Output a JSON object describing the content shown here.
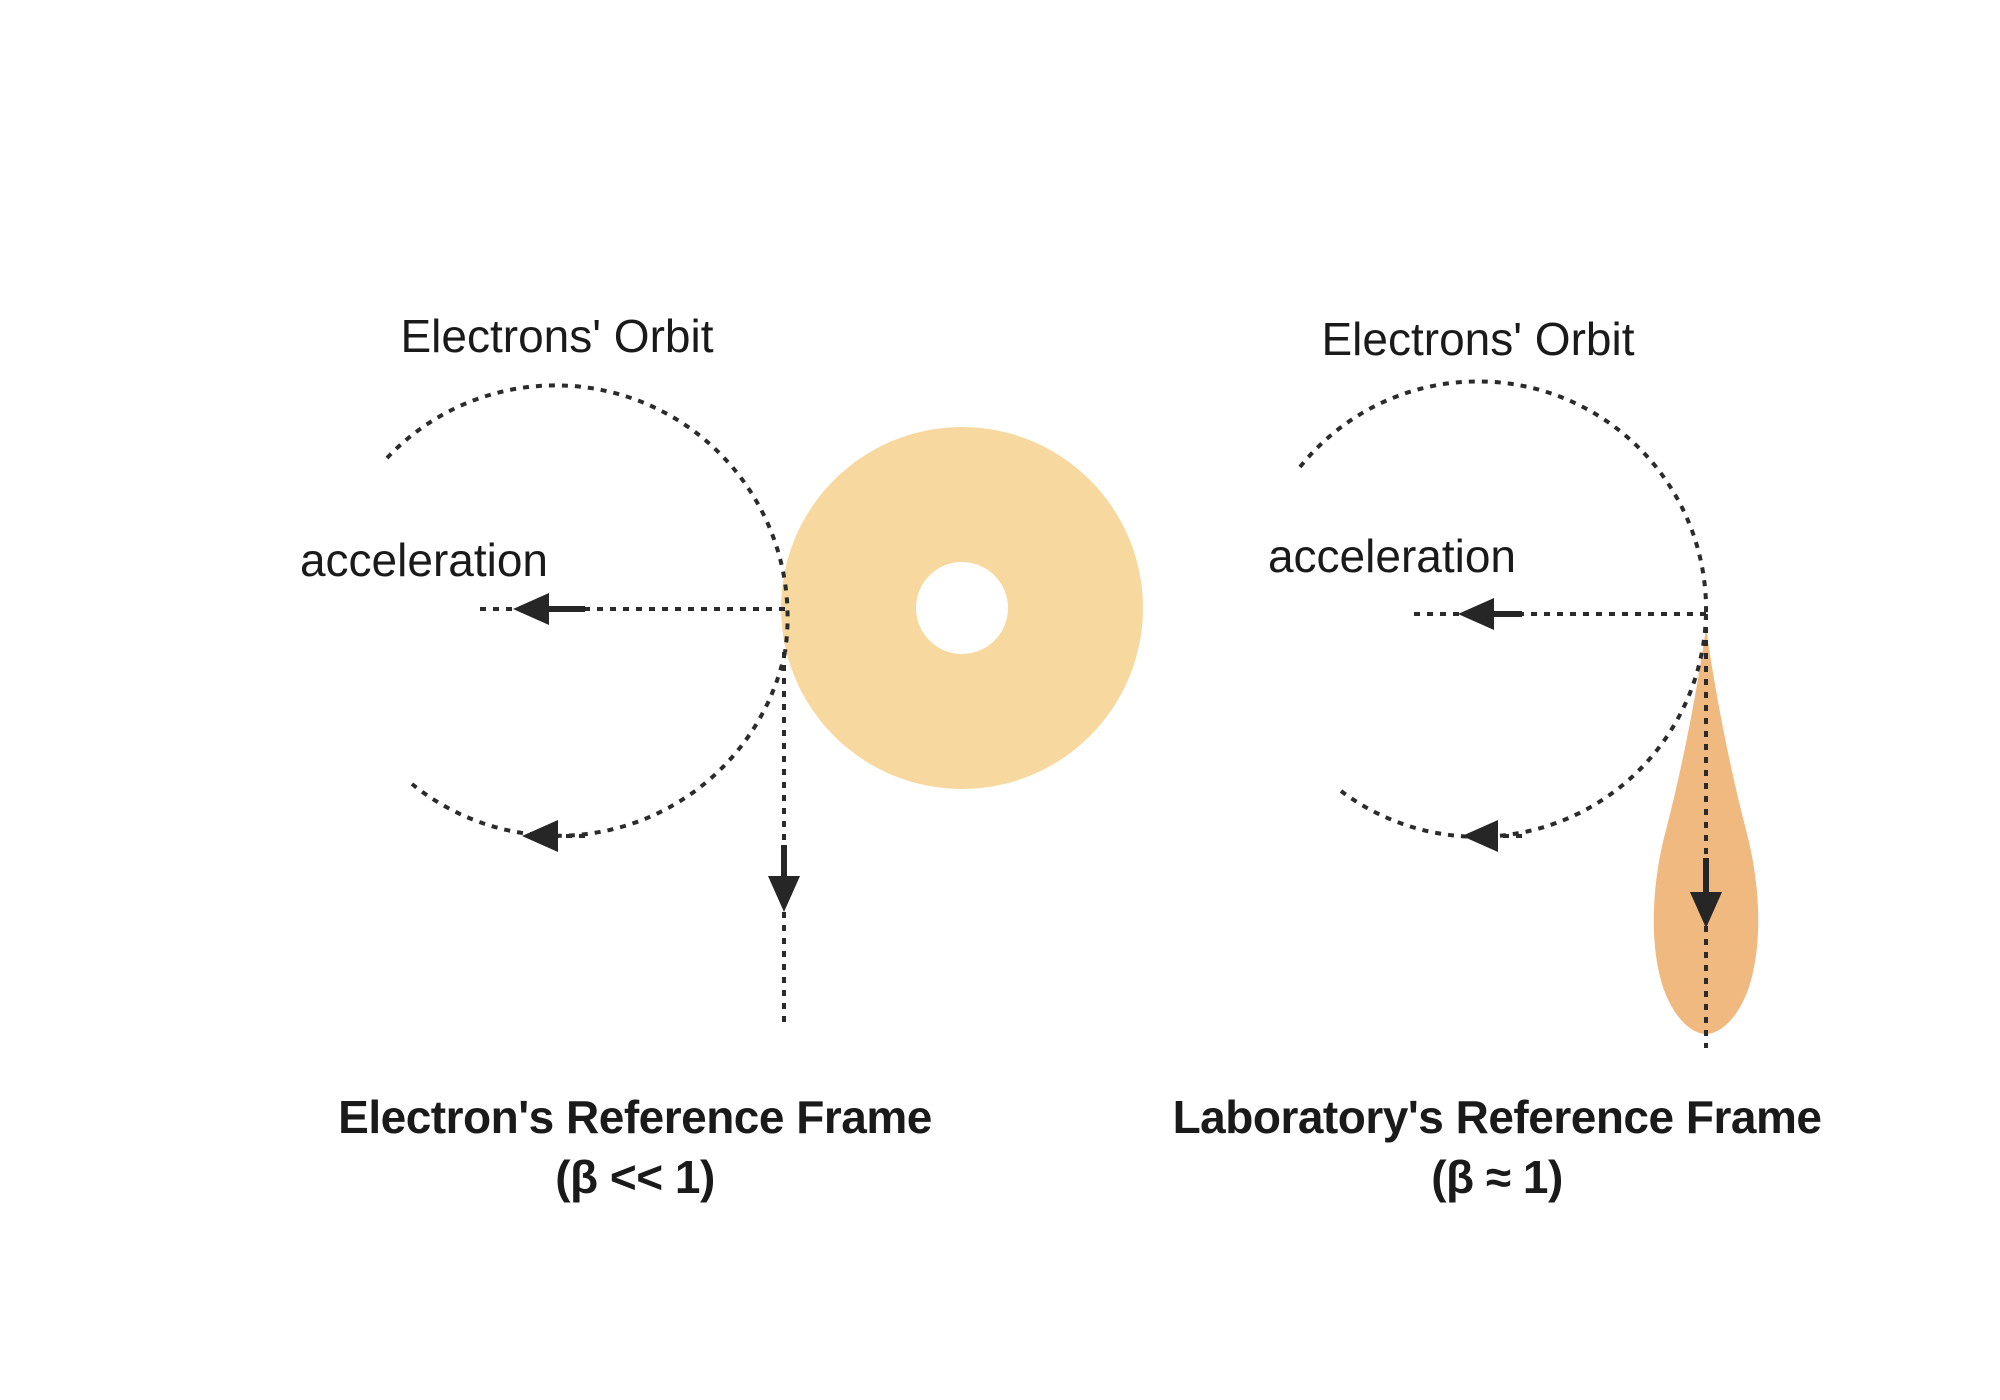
{
  "colors": {
    "background": "#ffffff",
    "line": "#2b2b2b",
    "donut_emission": "#f7d9a0",
    "lobe_emission": "#f0b97f",
    "text": "#1a1a1a"
  },
  "left_panel": {
    "orbit_label": "Electrons' Orbit",
    "acceleration_label": "acceleration",
    "frame_title": "Electron's Reference Frame",
    "frame_condition": "(β << 1)",
    "emission_shape": "donut"
  },
  "right_panel": {
    "orbit_label": "Electrons' Orbit",
    "acceleration_label": "acceleration",
    "frame_title": "Laboratory's Reference Frame",
    "frame_condition": "(β ≈ 1)",
    "emission_shape": "forward-lobe"
  }
}
